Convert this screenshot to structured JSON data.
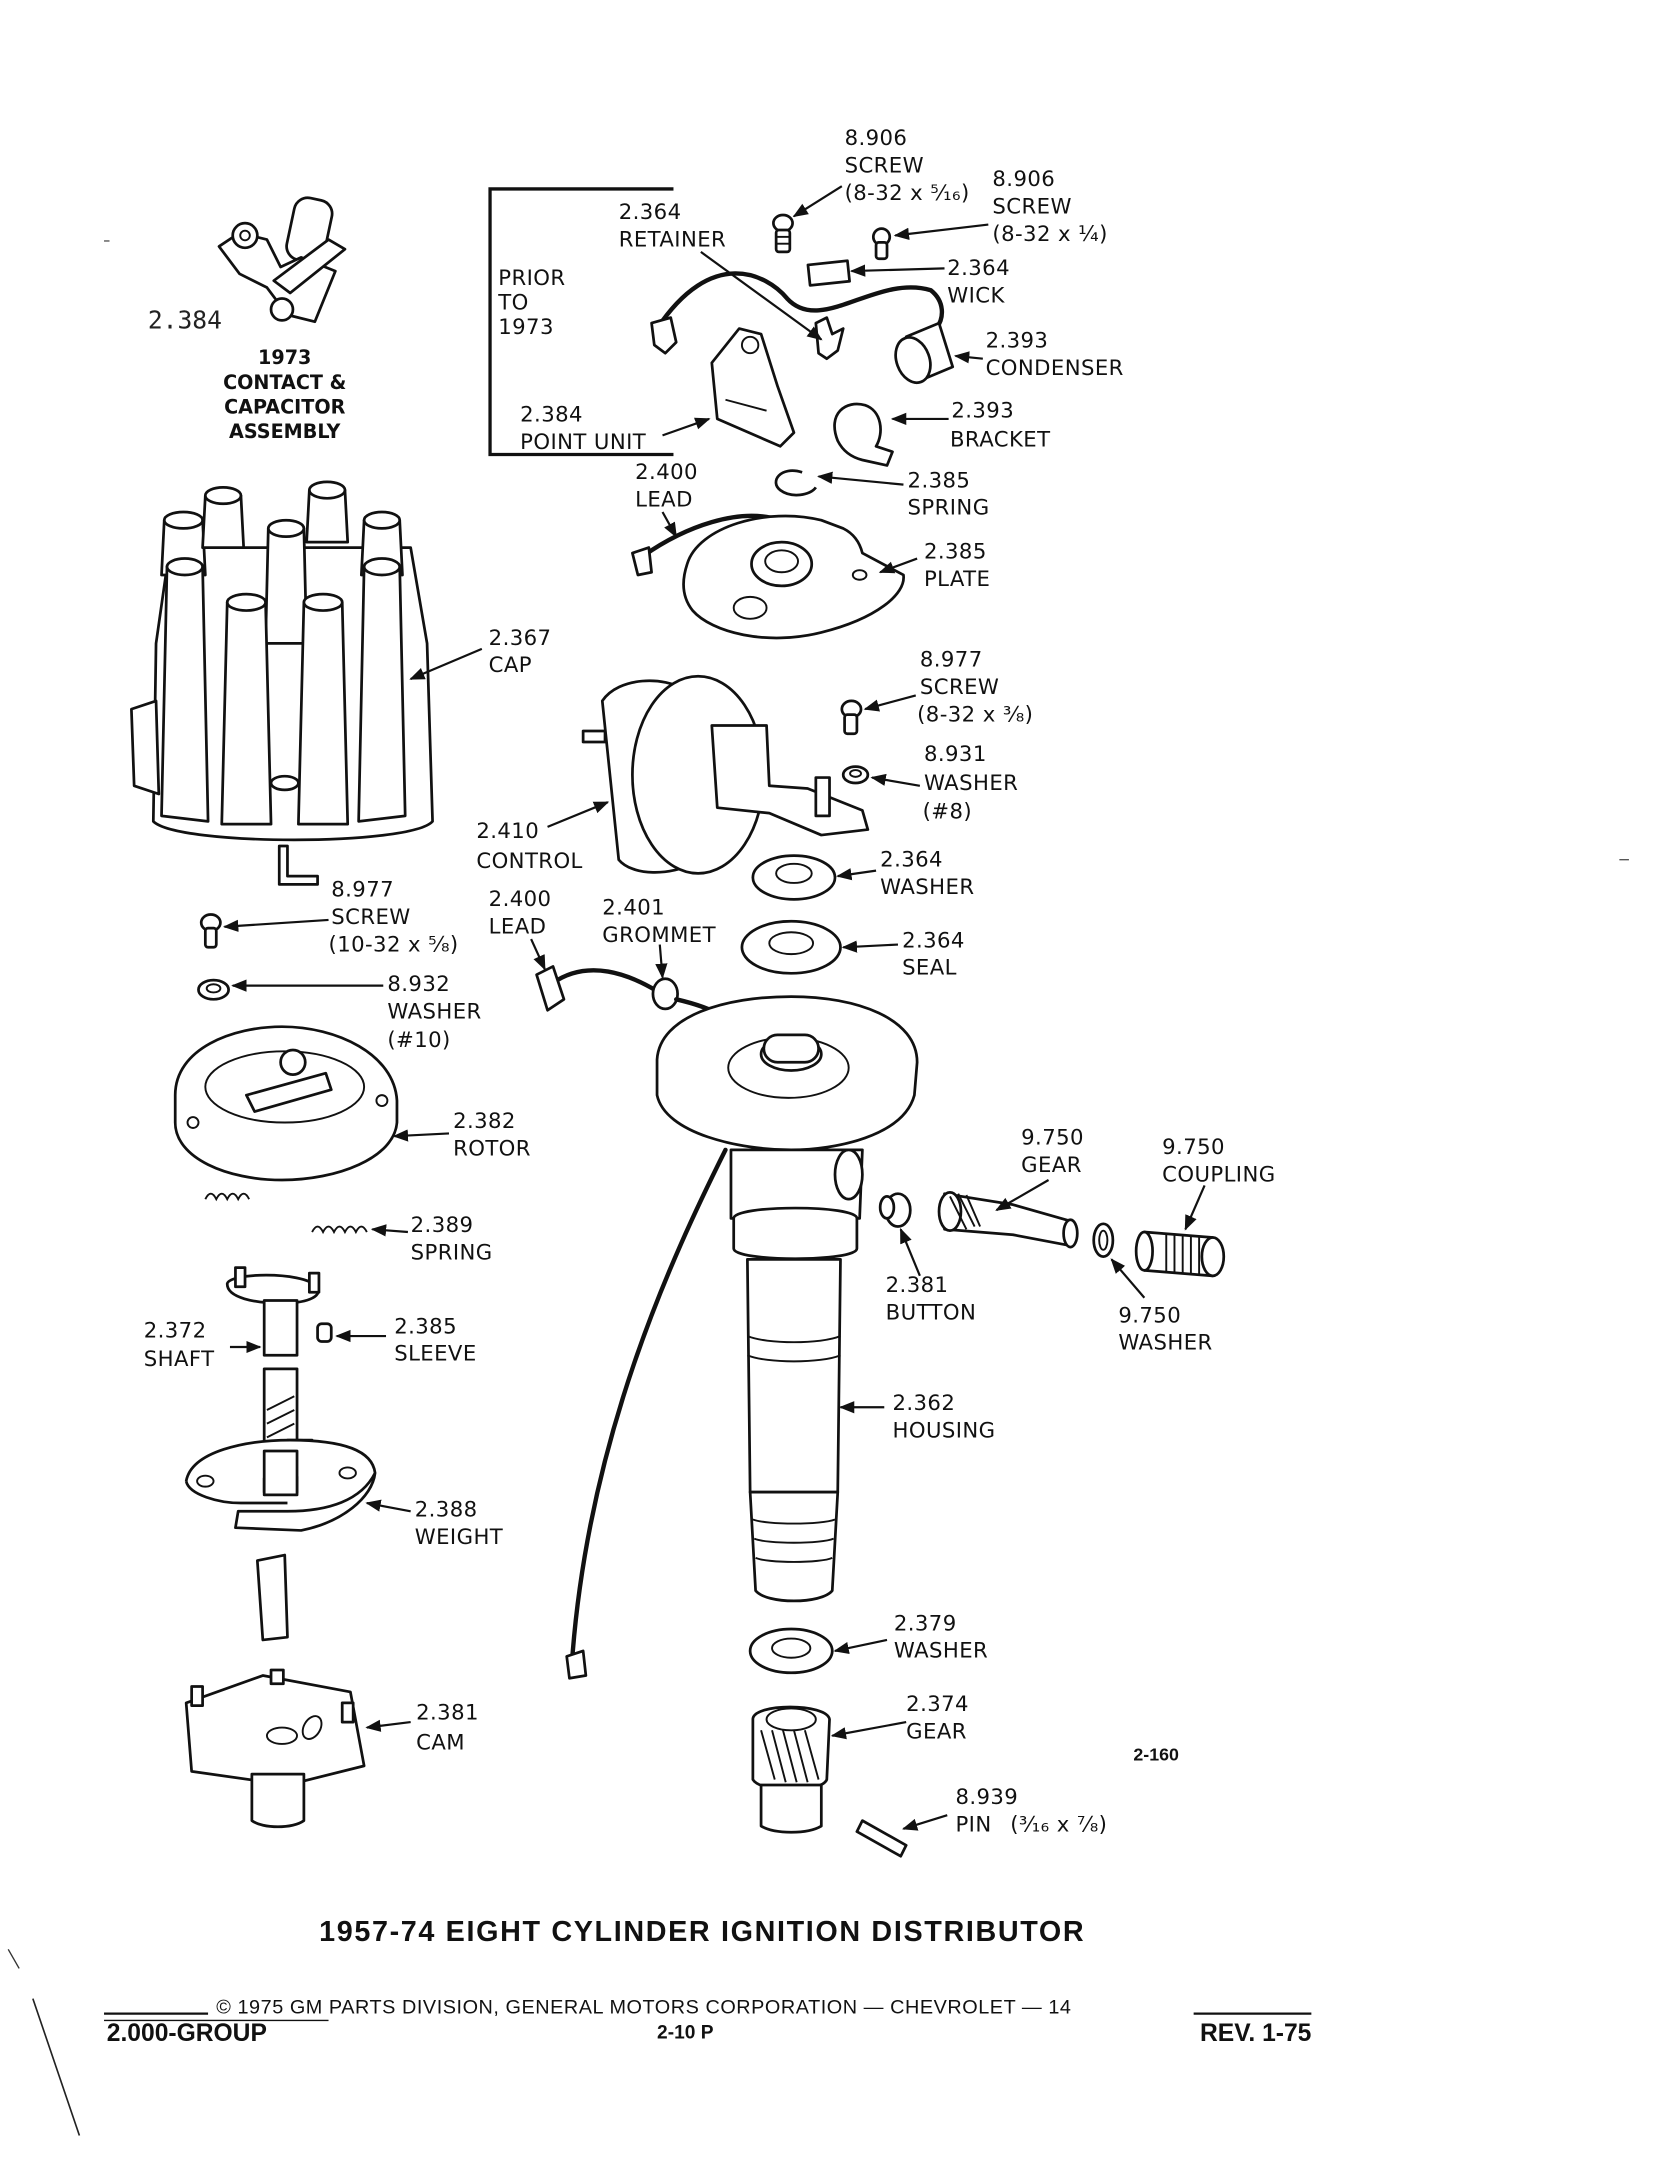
{
  "document": {
    "title": "1957-74 EIGHT CYLINDER IGNITION DISTRIBUTOR",
    "figure_ref": "2-160",
    "footer": {
      "copyright": "© 1975 GM PARTS DIVISION, GENERAL MOTORS CORPORATION — CHEVROLET — 14",
      "group": "2.000-GROUP",
      "page": "2-10  P",
      "revision": "REV. 1-75"
    }
  },
  "inset": {
    "note_lines": [
      "PRIOR",
      "TO",
      "1973"
    ]
  },
  "assembly_1973": {
    "number": "2.384",
    "caption_lines": [
      "1973",
      "CONTACT &",
      "CAPACITOR",
      "ASSEMBLY"
    ]
  },
  "parts": {
    "screw_8906_a": {
      "number": "8.906",
      "name": "SCREW",
      "size": "(8-32 x ⁵⁄₁₆)"
    },
    "screw_8906_b": {
      "number": "8.906",
      "name": "SCREW",
      "size": "(8-32 x ¼)"
    },
    "retainer": {
      "number": "2.364",
      "name": "RETAINER"
    },
    "wick": {
      "number": "2.364",
      "name": "WICK"
    },
    "condenser": {
      "number": "2.393",
      "name": "CONDENSER"
    },
    "point_unit": {
      "number": "2.384",
      "name": "POINT  UNIT"
    },
    "bracket": {
      "number": "2.393",
      "name": "BRACKET"
    },
    "lead_upper": {
      "number": "2.400",
      "name": "LEAD"
    },
    "spring_plate": {
      "number": "2.385",
      "name": "SPRING"
    },
    "plate": {
      "number": "2.385",
      "name": "PLATE"
    },
    "cap": {
      "number": "2.367",
      "name": "CAP"
    },
    "screw_8977_a": {
      "number": "8.977",
      "name": "SCREW",
      "size": "(8-32 x ³⁄₈)"
    },
    "washer_8931": {
      "number": "8.931",
      "name": "WASHER",
      "size": "(#8)"
    },
    "control": {
      "number": "2.410",
      "name": "CONTROL"
    },
    "washer_2364": {
      "number": "2.364",
      "name": "WASHER"
    },
    "seal": {
      "number": "2.364",
      "name": "SEAL"
    },
    "screw_8977_b": {
      "number": "8.977",
      "name": "SCREW",
      "size": "(10-32 x ⁵⁄₈)"
    },
    "lead_lower": {
      "number": "2.400",
      "name": "LEAD"
    },
    "grommet": {
      "number": "2.401",
      "name": "GROMMET"
    },
    "washer_8932": {
      "number": "8.932",
      "name": "WASHER",
      "size": "(#10)"
    },
    "rotor": {
      "number": "2.382",
      "name": "ROTOR"
    },
    "gear_9750": {
      "number": "9.750",
      "name": "GEAR"
    },
    "coupling": {
      "number": "9.750",
      "name": "COUPLING"
    },
    "spring_weight": {
      "number": "2.389",
      "name": "SPRING"
    },
    "button": {
      "number": "2.381",
      "name": "BUTTON"
    },
    "washer_9750": {
      "number": "9.750",
      "name": "WASHER"
    },
    "shaft": {
      "number": "2.372",
      "name": "SHAFT"
    },
    "sleeve": {
      "number": "2.385",
      "name": "SLEEVE"
    },
    "housing": {
      "number": "2.362",
      "name": "HOUSING"
    },
    "weight": {
      "number": "2.388",
      "name": "WEIGHT"
    },
    "washer_2379": {
      "number": "2.379",
      "name": "WASHER"
    },
    "cam": {
      "number": "2.381",
      "name": "CAM"
    },
    "gear_2374": {
      "number": "2.374",
      "name": "GEAR"
    },
    "pin": {
      "number": "8.939",
      "name": "PIN",
      "size": "(³⁄₁₆ x ⁷⁄₈)"
    }
  }
}
